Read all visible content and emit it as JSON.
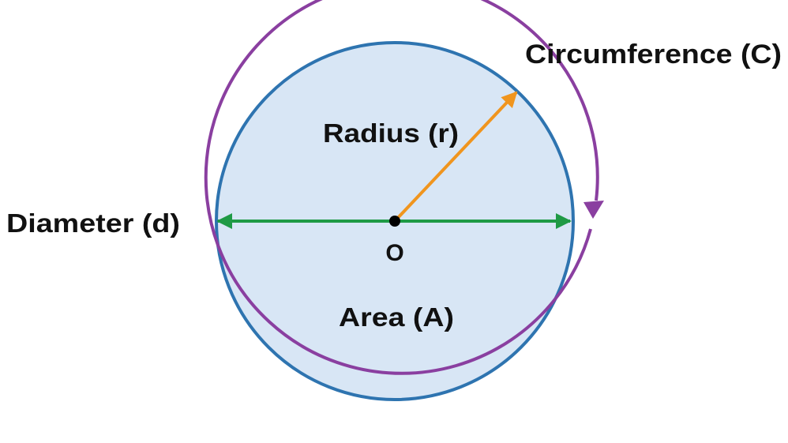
{
  "labels": {
    "circumference": "Circumference (C)",
    "radius": "Radius (r)",
    "diameter": "Diameter (d)",
    "center": "O",
    "area": "Area (A)"
  },
  "colors": {
    "background": "#ffffff",
    "circle_fill": "#d8e6f5",
    "circle_stroke": "#2e74b0",
    "circumference_arrow": "#8a3fa0",
    "radius_arrow": "#f0951e",
    "diameter_arrow": "#1f9a45",
    "center_point": "#000000",
    "text": "#111111"
  }
}
